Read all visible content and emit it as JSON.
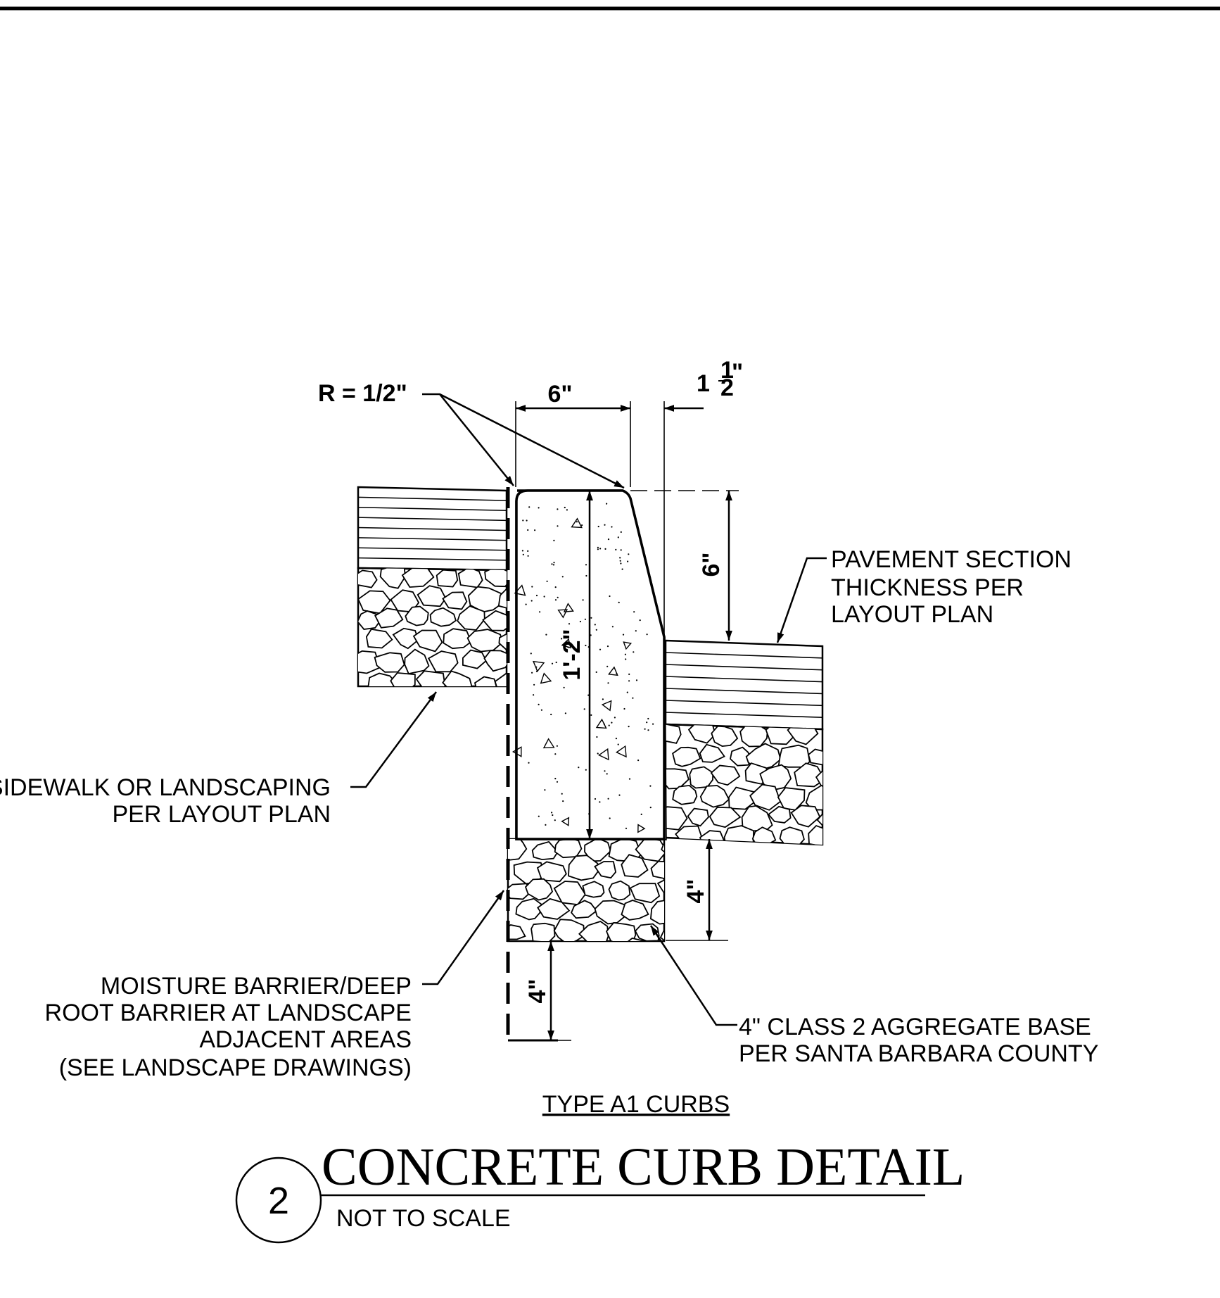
{
  "labels": {
    "radius": "R = 1/2\"",
    "dim_width": "6\"",
    "dim_batter_whole": "1",
    "dim_batter_num": "1",
    "dim_batter_den": "2",
    "dim_batter_mark": "\"",
    "dim_reveal": "6\"",
    "dim_height": "1'-2\"",
    "dim_base_right": "4\"",
    "dim_base_left": "4\"",
    "pavement": [
      "PAVEMENT SECTION",
      "THICKNESS PER",
      "LAYOUT PLAN"
    ],
    "sidewalk": [
      "SIDEWALK OR LANDSCAPING",
      "PER LAYOUT PLAN"
    ],
    "moisture": [
      "MOISTURE BARRIER/DEEP",
      "ROOT BARRIER AT LANDSCAPE",
      "ADJACENT AREAS",
      "(SEE LANDSCAPE DRAWINGS)"
    ],
    "aggregate": [
      "4\" CLASS 2 AGGREGATE BASE",
      "PER SANTA BARBARA COUNTY"
    ],
    "subtitle": "TYPE  A1  CURBS"
  },
  "title_block": {
    "number": "2",
    "title": "CONCRETE CURB DETAIL",
    "scale_note": "NOT TO SCALE"
  }
}
